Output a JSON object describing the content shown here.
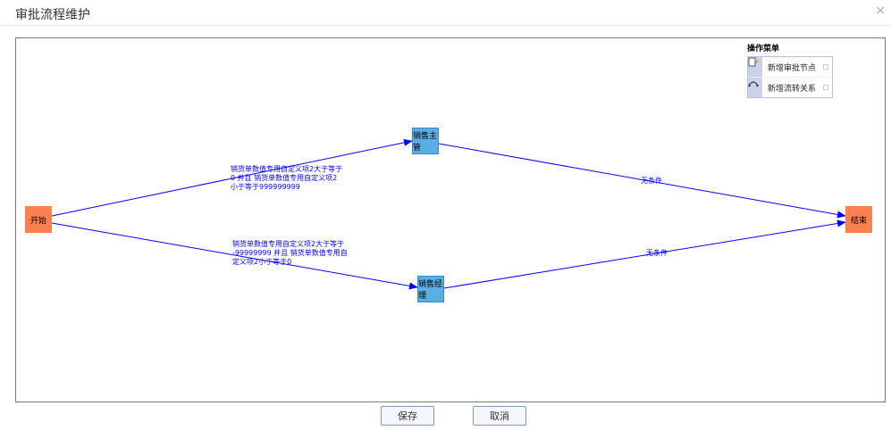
{
  "dialog": {
    "title": "审批流程维护",
    "close_glyph": "×"
  },
  "diagram": {
    "nodes": {
      "start": "开始",
      "end": "结束",
      "sales_supervisor": "销售主管",
      "sales_manager": "销售经理"
    },
    "edges": {
      "start_to_supervisor": [
        "销货单数值专用自定义项2大于等于",
        "0 并且 销货单数值专用自定义项2",
        "小于等于999999999"
      ],
      "start_to_manager": [
        "销货单数值专用自定义项2大于等于",
        "-99999999 并且 销货单数值专用自",
        "定义项2小于等于0"
      ],
      "supervisor_to_end": "无条件",
      "manager_to_end": "无条件"
    }
  },
  "menu": {
    "title": "操作菜单",
    "items": [
      "新增审批节点",
      "新增流转关系"
    ]
  },
  "buttons": {
    "save": "保存",
    "cancel": "取消"
  },
  "colors": {
    "terminal": "#ff7f50",
    "task": "#5aaee6",
    "edge": "#0000ff"
  }
}
